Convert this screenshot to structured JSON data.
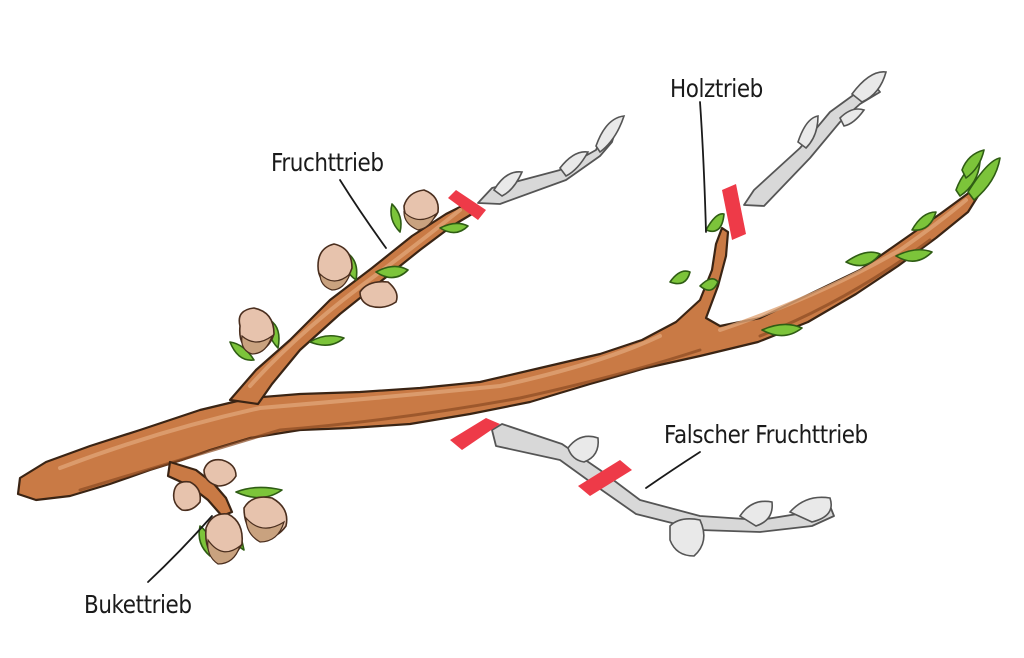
{
  "labels": {
    "fruchttrieb": "Fruchttrieb",
    "holztrieb": "Holztrieb",
    "falscher_fruchttrieb": "Falscher Fruchttrieb",
    "bukettrieb": "Bukettrieb"
  },
  "colors": {
    "wood": "#c97a45",
    "removed_shoot": "#d8d8d8",
    "cut_mark": "#ee3a48",
    "leaf": "#7cc43a"
  }
}
